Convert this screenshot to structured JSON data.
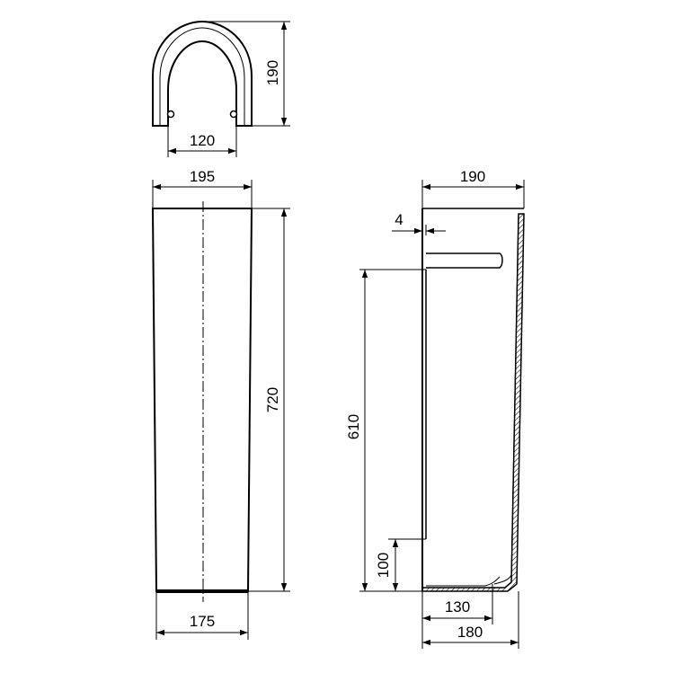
{
  "dimensions": {
    "top_height": "190",
    "top_inner_width": "120",
    "front_top_width": "195",
    "front_height": "720",
    "front_bottom_width": "175",
    "side_top_width": "190",
    "side_wall": "4",
    "side_height": "610",
    "side_base_height": "100",
    "side_foot": "130",
    "side_bottom_width": "180"
  },
  "colors": {
    "line": "#000000",
    "background": "#ffffff"
  }
}
